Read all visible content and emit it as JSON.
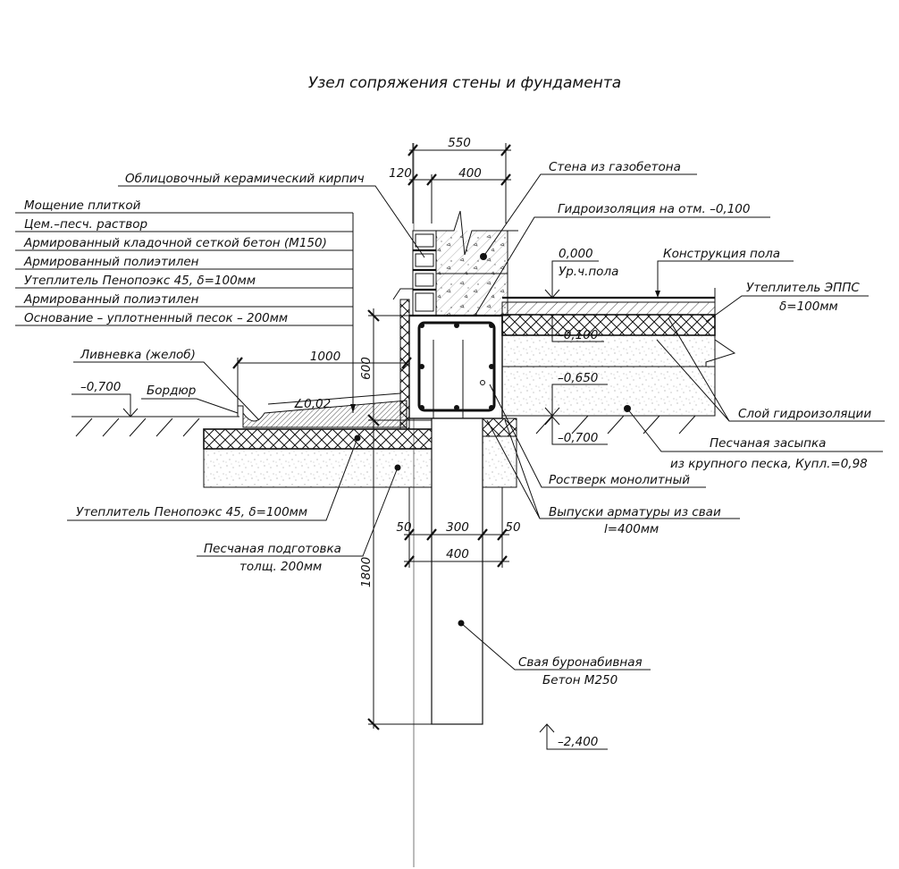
{
  "title": "Узел сопряжения  стены и фундамента",
  "layers": [
    "Мощение плиткой",
    "Цем.–песч. раствор",
    "Армированный кладочной сеткой бетон (М150)",
    "Армированный полиэтилен",
    "Утеплитель Пенопоэкс 45, δ=100мм",
    "Армированный полиэтилен",
    "Основание – уплотненный песок – 200мм"
  ],
  "labels": {
    "facing_brick": "Облицовочный керамический кирпич",
    "wall_gas": "Стена из газобетона",
    "waterproof_100": "Гидроизоляция на отм. –0,100",
    "level_0": "0,000",
    "floor_level": "Ур.ч.пола",
    "floor_construction": "Конструкция пола",
    "eps": "Утеплитель ЭППС",
    "eps_thickness": "δ=100мм",
    "level_m100": "–0,100",
    "level_m650": "–0,650",
    "level_m700_right": "–0,700",
    "level_m700_left": "–0,700",
    "waterproof_layer": "Слой гидроизоляции",
    "sand_backfill": "Песчаная засыпка",
    "sand_backfill2": "из крупного песка, Купл.=0,98",
    "grillage": "Ростверк монолитный",
    "rebar": "Выпуски арматуры из сваи",
    "rebar_len": "l=400мм",
    "pile": "Свая буронабивная",
    "pile_concrete": "Бетон М250",
    "level_m2400": "–2,400",
    "gutter": "Ливневка (желоб)",
    "curb": "Бордюр",
    "slope": "∠0,02",
    "insulation_bottom": "Утеплитель Пенопоэкс 45, δ=100мм",
    "sand_prep": "Песчаная подготовка",
    "sand_prep2": "толщ. 200мм"
  },
  "dims": {
    "total_width": "550",
    "brick": "120",
    "wall": "400",
    "blind_area": "1000",
    "grillage_height": "600",
    "pile_length": "1800",
    "left_offset": "50",
    "pile_width": "300",
    "right_offset": "50",
    "grillage_width": "400"
  }
}
